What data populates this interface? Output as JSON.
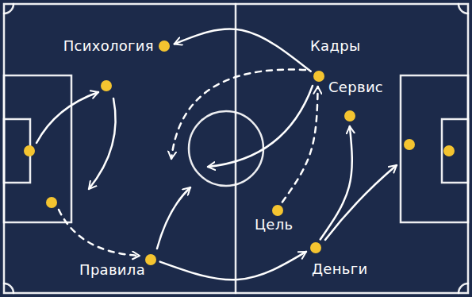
{
  "diagram": {
    "nodes": [
      {
        "text": [
          "Психология"
        ]
      },
      {
        "text": [
          "Кадры"
        ]
      },
      {
        "text": [
          "Сервис"
        ]
      },
      {
        "text": [
          "Цель"
        ]
      },
      {
        "text": [
          "Правила"
        ]
      },
      {
        "text": [
          "Деньги"
        ]
      }
    ],
    "edges": [
      {
        "from": 1,
        "to": 0,
        "arrow": "to"
      },
      {
        "from": 3,
        "to": 1,
        "arrow": "to"
      },
      {
        "from": 4,
        "to": 5,
        "arrow": "to"
      },
      {
        "from": 5,
        "to": 2,
        "arrow": "to"
      }
    ]
  }
}
